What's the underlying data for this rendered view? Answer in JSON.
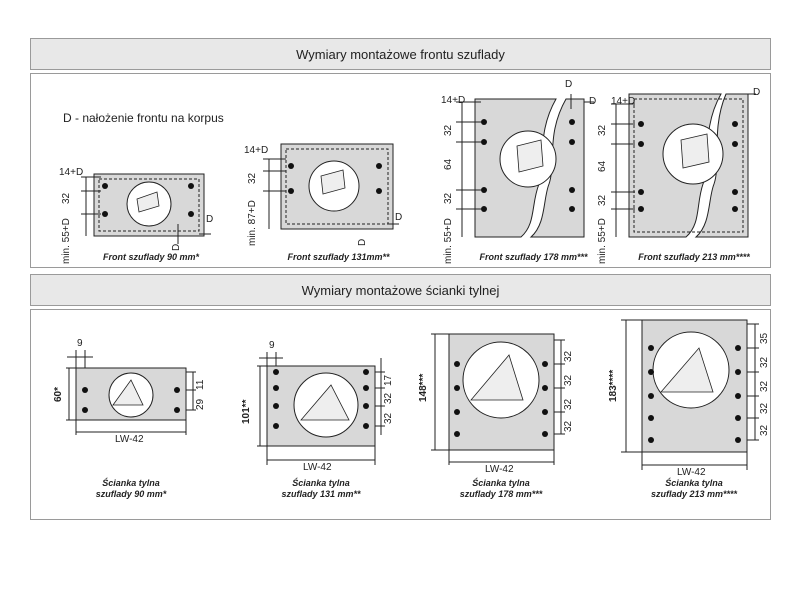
{
  "sections": {
    "front_title": "Wymiary montażowe frontu szuflady",
    "back_title": "Wymiary montażowe ścianki tylnej"
  },
  "legend": "D - nałożenie frontu na korpus",
  "front": {
    "overlap": "14+D",
    "d": "D",
    "d32": "32",
    "d64": "64",
    "min55": "min. 55+D",
    "min87": "min. 87+D",
    "captions": [
      "Front szuflady 90 mm*",
      "Front szuflady 131mm**",
      "Front szuflady 178 mm***",
      "Front szuflady 213 mm****"
    ]
  },
  "back": {
    "nine": "9",
    "lw": "LW-42",
    "h60": "60*",
    "h101": "101**",
    "h148": "148***",
    "h183": "183****",
    "n11": "11",
    "n29": "29",
    "n17": "17",
    "n32": "32",
    "n35": "35",
    "captions_line1": "Ścianka tylna",
    "captions_line2": [
      "szuflady 90 mm*",
      "szuflady 131 mm**",
      "szuflady 178 mm***",
      "szuflady 213 mm****"
    ]
  }
}
